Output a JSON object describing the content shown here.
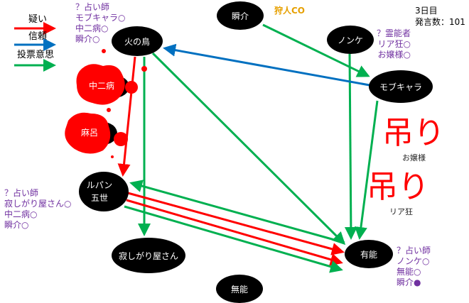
{
  "legend": {
    "suspect": {
      "label": "疑い",
      "color": "#ff0000"
    },
    "trust": {
      "label": "信頼",
      "color": "#0070c0"
    },
    "vote": {
      "label": "投票意思",
      "color": "#00b050"
    }
  },
  "status": {
    "day": "3日目",
    "posts": "発言数：101"
  },
  "nodes": {
    "hinotori": "火の鳥",
    "shunsuke": "瞬介",
    "nonke": "ノンケ",
    "mobchara": "モブキャラ",
    "chuunibyou": "中二病",
    "maro": "麻呂",
    "lupin_1": "ルパン",
    "lupin_2": "五世",
    "sabishigari": "寂しがり屋さん",
    "yuunou": "有能",
    "munou": "無能",
    "ojousama": "お嬢様",
    "riakyou": "リア狂"
  },
  "annotations": {
    "hinotori": [
      "？占い師",
      "モブキャラ○",
      "中二病○",
      "瞬介○"
    ],
    "shunsuke": "狩人CO",
    "nonke": [
      "？霊能者",
      "リア狂○",
      "お嬢様○"
    ],
    "lupin": [
      "？占い師",
      "寂しがり屋さん○",
      "中二病○",
      "瞬介○"
    ],
    "yuunou": [
      "？占い師",
      "ノンケ○",
      "無能○",
      "瞬介●"
    ]
  },
  "hanging_marks": [
    "吊り",
    "吊り"
  ],
  "colors": {
    "co": "#e6a000",
    "annotation": "#7030a0",
    "dead": "#ff0000"
  }
}
